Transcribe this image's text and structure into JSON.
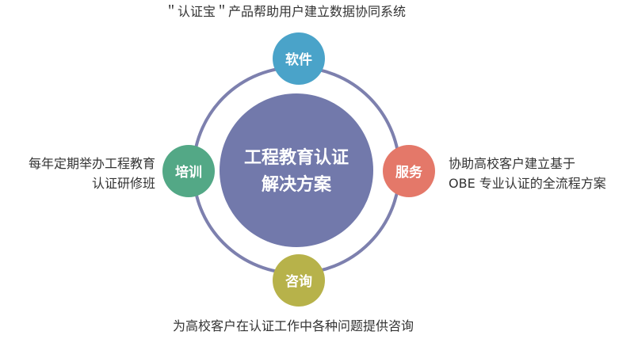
{
  "center": {
    "line1": "工程教育认证",
    "line2": "解决方案",
    "color": "#7279ab"
  },
  "ring_color": "#7d80ae",
  "nodes": {
    "top": {
      "label": "软件",
      "color": "#4aa3c9"
    },
    "left": {
      "label": "培训",
      "color": "#53a886"
    },
    "right": {
      "label": "服务",
      "color": "#e47869"
    },
    "bottom": {
      "label": "咨询",
      "color": "#b7b24a"
    }
  },
  "descriptions": {
    "top": "＂认证宝＂产品帮助用户建立数据协同系统",
    "left_line1": "每年定期举办工程教育",
    "left_line2": "认证研修班",
    "right_line1": "协助高校客户建立基于",
    "right_line2": "OBE 专业认证的全流程方案",
    "bottom": "为高校客户在认证工作中各种问题提供咨询"
  }
}
